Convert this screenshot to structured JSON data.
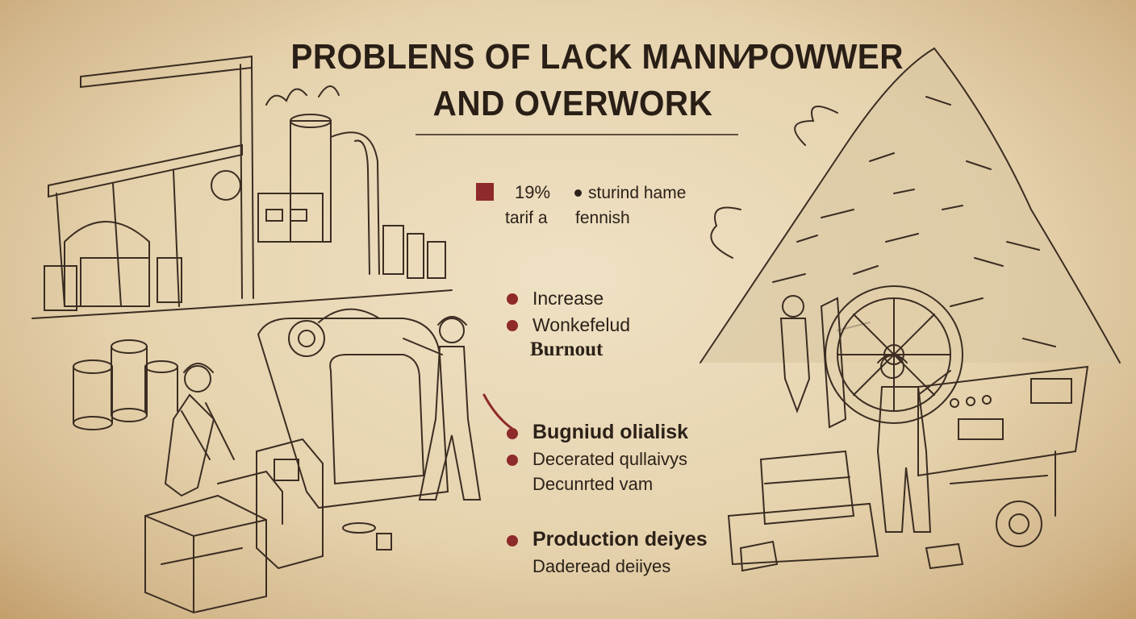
{
  "title": {
    "line1": "PROBLENS OF LACK MANN⁄POWWER",
    "line2": "AND OVERWORK"
  },
  "stat": {
    "percent": "19%",
    "label_a": "sturind hame",
    "label_b": "tarif a",
    "label_c": "fennish"
  },
  "group1": {
    "items": [
      "Increase",
      "Wonkefelud"
    ],
    "sub": "Burnout"
  },
  "group2": {
    "items": [
      "Bugniud olialisk",
      "Decerated qullaivys"
    ],
    "sub": "Decunrted vam"
  },
  "group3": {
    "items": [
      "Production deiyes"
    ],
    "sub": "Daderead deiiyes"
  },
  "colors": {
    "accent": "#8e2a2a",
    "ink": "#2b2118",
    "paper": "#e6d3ae"
  }
}
